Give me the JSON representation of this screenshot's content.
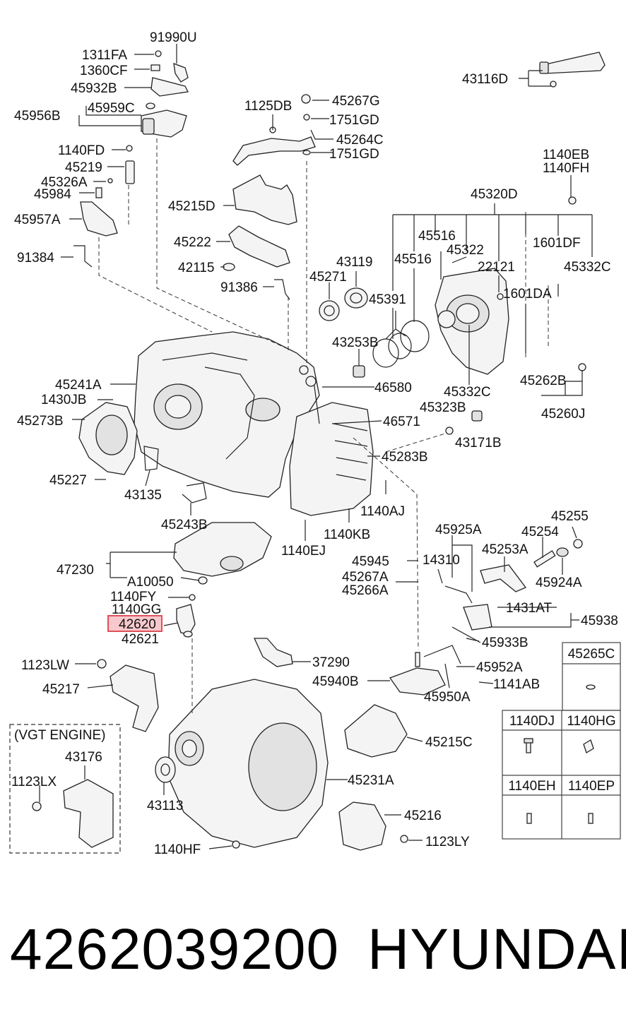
{
  "labels": {
    "p91990U": "91990U",
    "p1311FA": "1311FA",
    "p1360CF": "1360CF",
    "p45932B": "45932B",
    "p45959C": "45959C",
    "p45956B": "45956B",
    "p1140FD": "1140FD",
    "p45219": "45219",
    "p45326A": "45326A",
    "p45984": "45984",
    "p45957A": "45957A",
    "p91384": "91384",
    "p1125DB": "1125DB",
    "p45267G": "45267G",
    "p1751GD_a": "1751GD",
    "p45264C": "45264C",
    "p1751GD_b": "1751GD",
    "p45215D": "45215D",
    "p45222": "45222",
    "p42115": "42115",
    "p91386": "91386",
    "p43116D": "43116D",
    "p1140EB": "1140EB",
    "p1140FH": "1140FH",
    "p45320D": "45320D",
    "p45516_a": "45516",
    "p45322": "45322",
    "p1601DF": "1601DF",
    "p45516_b": "45516",
    "p22121": "22121",
    "p45332C_a": "45332C",
    "p43119": "43119",
    "p45271": "45271",
    "p45391": "45391",
    "p1601DA": "1601DA",
    "p43253B": "43253B",
    "p45262B": "45262B",
    "p45332C_b": "45332C",
    "p45260J": "45260J",
    "p45241A": "45241A",
    "p1430JB": "1430JB",
    "p46580": "46580",
    "p45273B": "45273B",
    "p45323B": "45323B",
    "p46571": "46571",
    "p43171B": "43171B",
    "p45283B": "45283B",
    "p45227": "45227",
    "p43135": "43135",
    "p1140AJ": "1140AJ",
    "p45243B": "45243B",
    "p1140KB": "1140KB",
    "p1140EJ": "1140EJ",
    "p45925A": "45925A",
    "p45255": "45255",
    "p45254": "45254",
    "p47230": "47230",
    "p45945": "45945",
    "p14310": "14310",
    "p45253A": "45253A",
    "p45267A": "45267A",
    "p45266A": "45266A",
    "p45924A": "45924A",
    "pA10050": "A10050",
    "p1140FY": "1140FY",
    "p1140GG": "1140GG",
    "p1431AT": "1431AT",
    "p42620": "42620",
    "p45938": "45938",
    "p42621": "42621",
    "p45933B": "45933B",
    "p37290": "37290",
    "p1123LW": "1123LW",
    "p45952A": "45952A",
    "p45217": "45217",
    "p45940B": "45940B",
    "p1141AB": "1141AB",
    "p45950A": "45950A",
    "pVGT": "(VGT ENGINE)",
    "p43176": "43176",
    "p45215C": "45215C",
    "p1123LX": "1123LX",
    "p45231A": "45231A",
    "p43113": "43113",
    "p45216": "45216",
    "p1140HF": "1140HF",
    "p1123LY": "1123LY"
  },
  "table": {
    "r1c2": "45265C",
    "r2c1": "1140DJ",
    "r2c2": "1140HG",
    "r3c1": "1140EH",
    "r3c2": "1140EP"
  },
  "highlight": {
    "part": "42620",
    "color": "#e0505a"
  },
  "footer": {
    "part_number": "4262039200",
    "brand": "HYUNDAI"
  }
}
